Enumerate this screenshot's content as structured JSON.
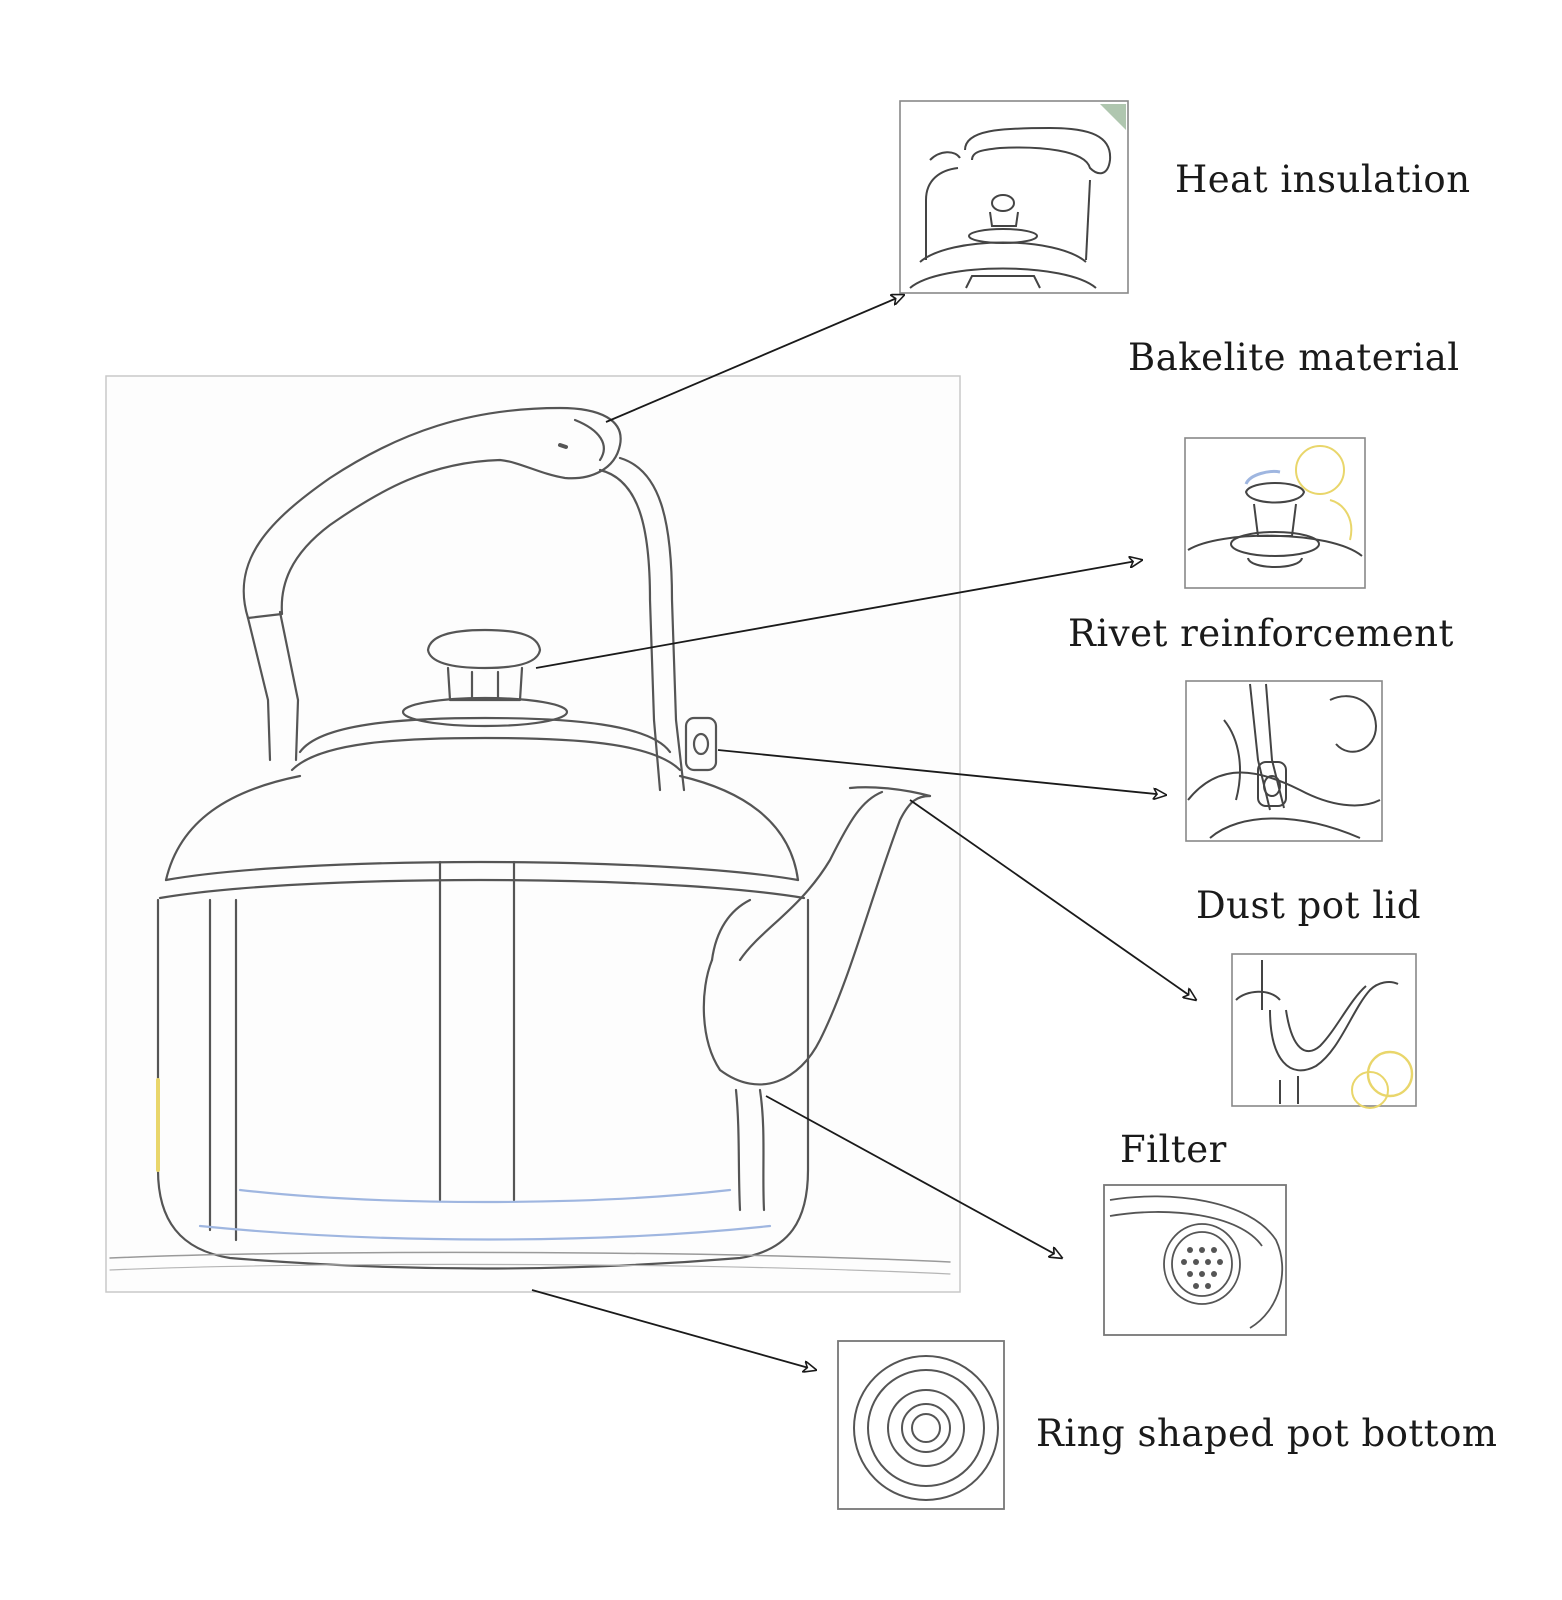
{
  "callouts": {
    "heat_insulation": "Heat insulation",
    "bakelite_material": "Bakelite material",
    "rivet_reinforcement": "Rivet reinforcement",
    "dust_pot_lid": "Dust pot lid",
    "filter": "Filter",
    "ring_shaped_pot_bottom": "Ring shaped pot bottom"
  },
  "colors": {
    "line": "#1a1a1a",
    "sketch": "#555555",
    "frame": "#6b6b6b",
    "accent_yellow": "#e9d66b",
    "accent_blue": "#9fb6e0"
  }
}
